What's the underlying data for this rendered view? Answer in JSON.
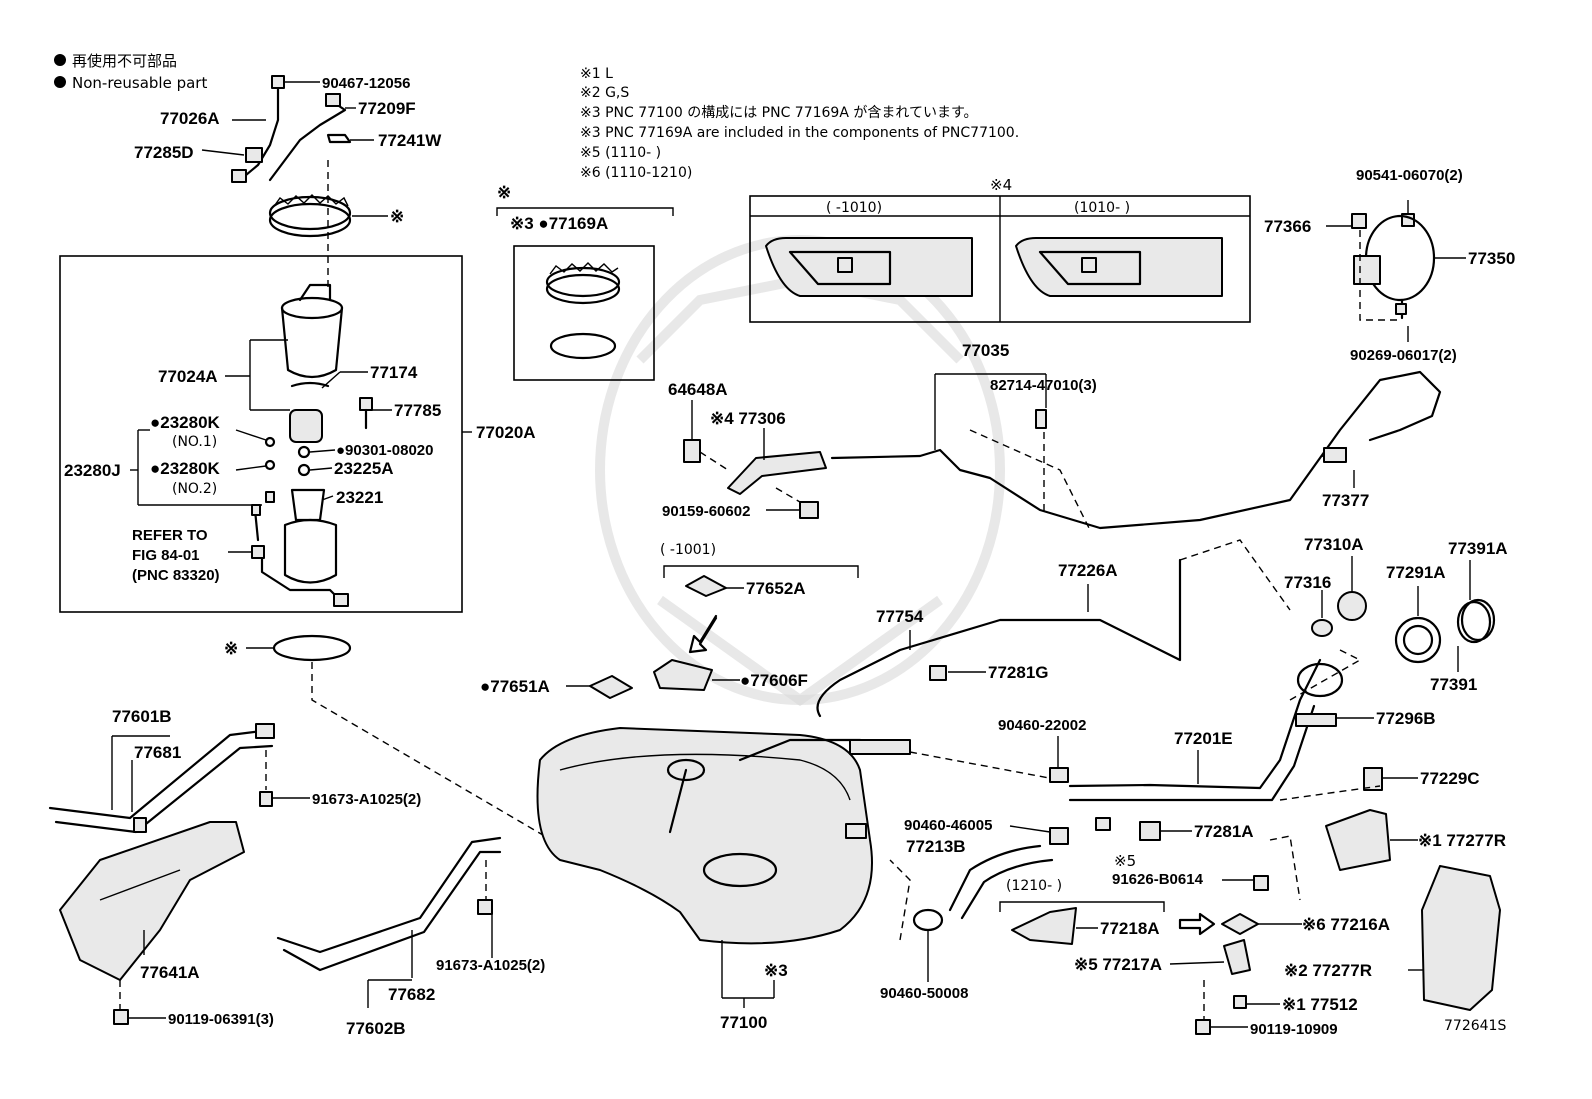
{
  "legend": {
    "ja": "再使用不可部品",
    "en": "Non-reusable part"
  },
  "notes": [
    "※1 L",
    "※2 G,S",
    "※3 PNC 77100 の構成には PNC 77169A が含まれています。",
    "※3 PNC 77169A are included in the components of PNC77100.",
    "※5 (1110-      )",
    "※6 (1110-1210)"
  ],
  "variants": {
    "mark": "※4",
    "left": "(      -1010)",
    "right": "(1010-      )"
  },
  "kit_box": {
    "mark": "※",
    "title": "※3 ●77169A"
  },
  "pump_box_labels": {
    "p77024A": "77024A",
    "p77174": "77174",
    "p77785": "77785",
    "p77020A": "77020A",
    "p23280K1": "●23280K",
    "no1": "(NO.1)",
    "p90301": "●90301-08020",
    "p23280J": "23280J",
    "p23280K2": "●23280K",
    "p23225A": "23225A",
    "no2": "(NO.2)",
    "p23221": "23221",
    "refer1": "REFER TO",
    "refer2": "FIG 84-01",
    "refer3": "(PNC 83320)"
  },
  "labels": {
    "p90467": "90467-12056",
    "p77026A": "77026A",
    "p77209F": "77209F",
    "p77285D": "77285D",
    "p77241W": "77241W",
    "ring_mark": "※",
    "gasket_mark": "※",
    "p77601B": "77601B",
    "p77681": "77681",
    "p91673a": "91673-A1025(2)",
    "p77641A": "77641A",
    "p90119a": "90119-06391(3)",
    "p91673b": "91673-A1025(2)",
    "p77682": "77682",
    "p77602B": "77602B",
    "p64648A": "64648A",
    "p77306": "※4 77306",
    "p90159": "90159-60602",
    "range1001": "(    -1001)",
    "p77652A": "77652A",
    "p77651A": "●77651A",
    "p77606F": "●77606F",
    "mark3": "※3",
    "p77100": "77100",
    "p77035": "77035",
    "p82714": "82714-47010(3)",
    "p77377": "77377",
    "p77226A": "77226A",
    "p77754": "77754",
    "p77281G": "77281G",
    "p90460a": "90460-22002",
    "p77201E": "77201E",
    "p90460b": "90460-46005",
    "p77213B": "77213B",
    "p77281A": "77281A",
    "mark5": "※5",
    "p91626": "91626-B0614",
    "range1210": "(1210-      )",
    "p77218A": "77218A",
    "p77216A": "※6 77216A",
    "p77217A": "※5 77217A",
    "p90460c": "90460-50008",
    "p177512": "※1 77512",
    "p90119b": "90119-10909",
    "p90541": "90541-06070(2)",
    "p77366": "77366",
    "p77350": "77350",
    "p90269": "90269-06017(2)",
    "p77310A": "77310A",
    "p77391A": "77391A",
    "p77316": "77316",
    "p77291A": "77291A",
    "p77391": "77391",
    "p77296B": "77296B",
    "p77229C": "77229C",
    "p77277R1": "※1 77277R",
    "p77277R2": "※2 77277R"
  },
  "figure_id": "772641S"
}
